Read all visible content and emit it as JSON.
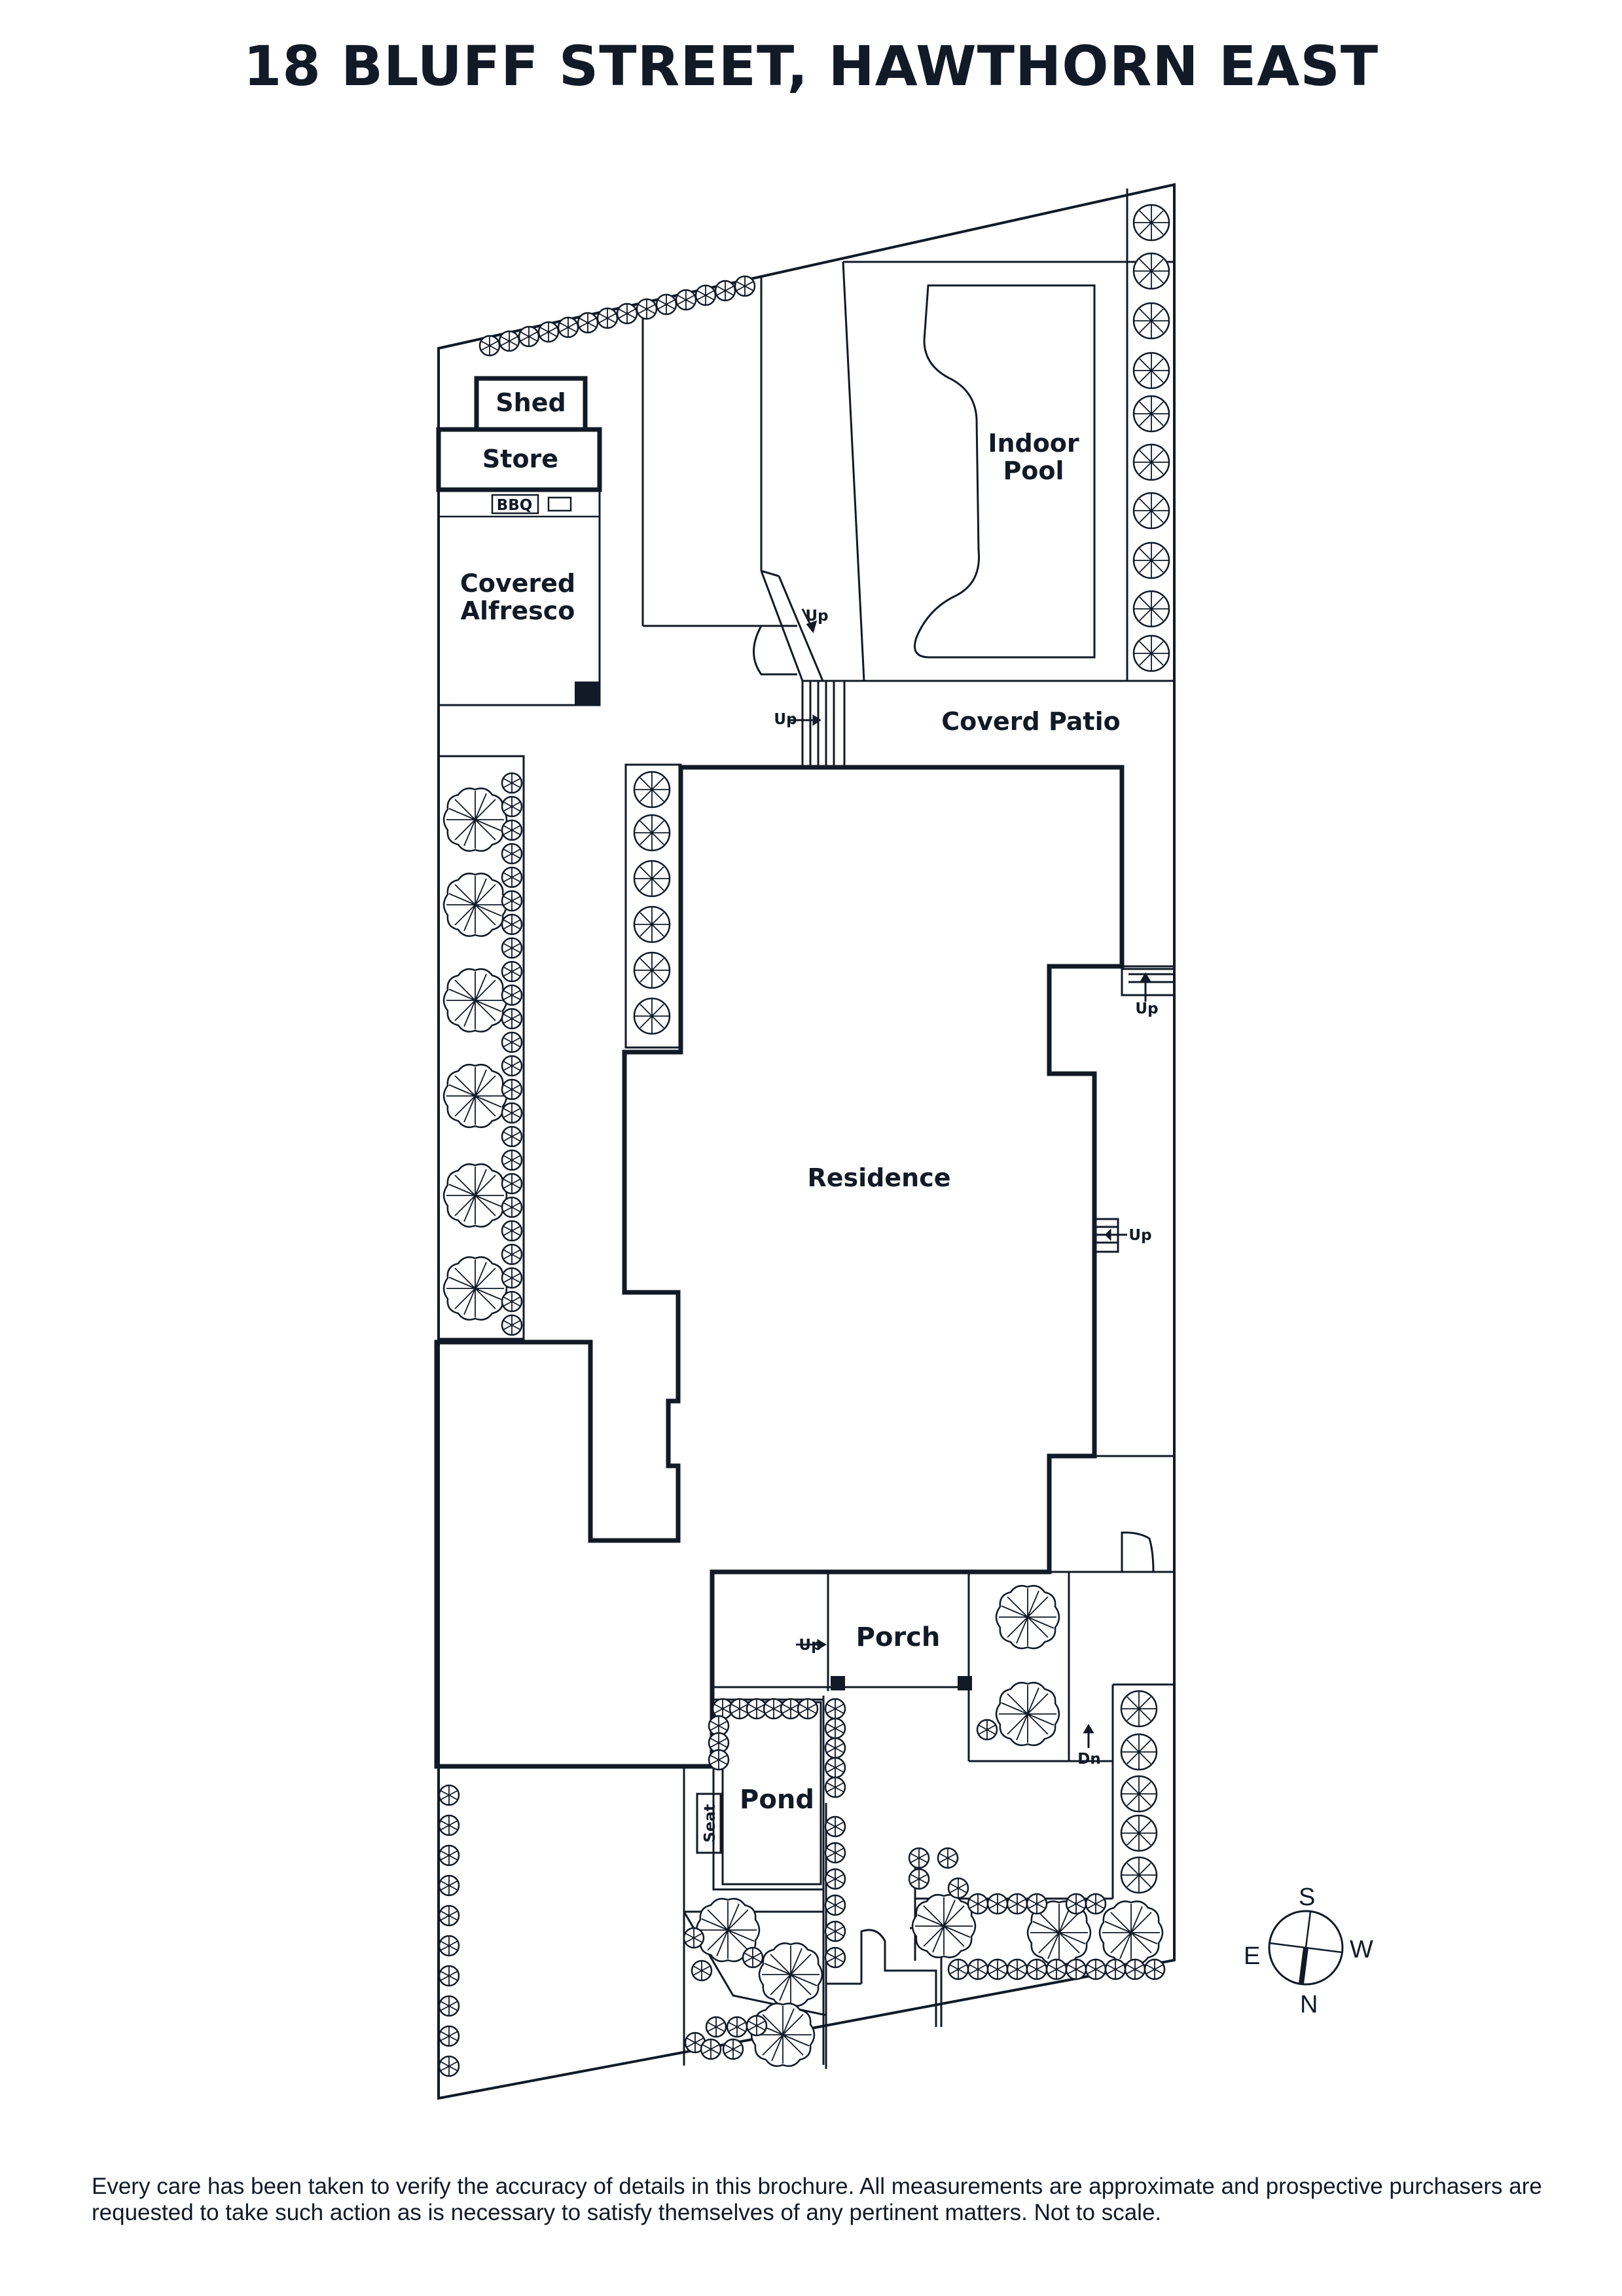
{
  "title": "18 BLUFF STREET, HAWTHORN EAST",
  "rooms": {
    "shed": "Shed",
    "store": "Store",
    "bbq": "BBQ",
    "alfresco_line1": "Covered",
    "alfresco_line2": "Alfresco",
    "pool_line1": "Indoor",
    "pool_line2": "Pool",
    "patio": "Coverd Patio",
    "residence": "Residence",
    "porch": "Porch",
    "pond": "Pond",
    "seat": "Seat"
  },
  "stair_labels": {
    "up": "Up",
    "dn": "Dn"
  },
  "compass": {
    "s": "S",
    "w": "W",
    "e": "E",
    "n": "N"
  },
  "disclaimer": "Every care has been taken to verify the accuracy of details in this brochure. All measurements are approximate and prospective purchasers are requested to take such action as is necessary to satisfy themselves of any pertinent matters. Not to scale.",
  "colors": {
    "ink": "#111a26",
    "background": "#ffffff"
  }
}
